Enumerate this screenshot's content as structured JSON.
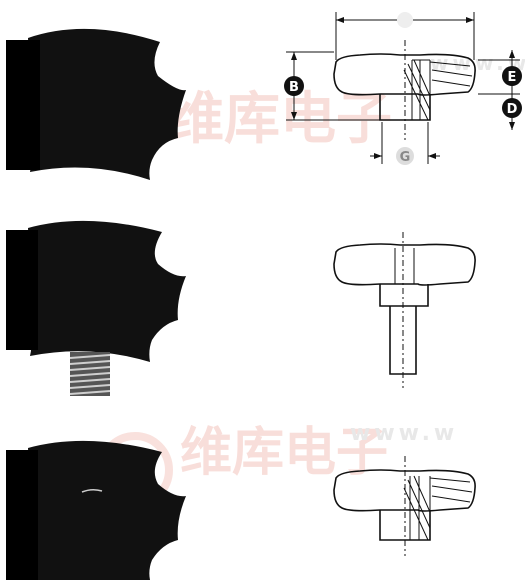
{
  "watermark": {
    "brand_chars": "维库电子",
    "url_fragment": "www.w"
  },
  "dimensions": {
    "B": "B",
    "E": "E",
    "D": "D",
    "G": "G"
  },
  "colors": {
    "knob_fill": "#111111",
    "knob_highlight": "#333333",
    "line": "#111111",
    "watermark": "#f3c4bc"
  }
}
